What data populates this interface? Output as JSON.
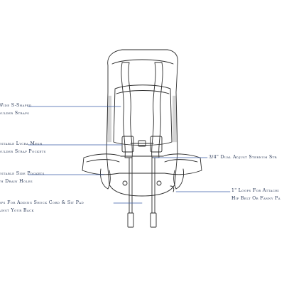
{
  "colors": {
    "outline": "#2a2a2a",
    "leader_line": "#3b5fa8",
    "label_text": "#1f2f4f",
    "background": "#ffffff"
  },
  "callouts": {
    "shoulder_straps": {
      "line1": "Wide S-Shaped",
      "line2": "oulder Straps"
    },
    "mesh_pockets": {
      "line1": "ustable Lycra Mesh",
      "line2": "oulder Strap Pockets"
    },
    "side_pockets": {
      "line1": "ustable Side Pockets",
      "line2": "th Drain Holes"
    },
    "shock_cord": {
      "line1": "ops For Adding Shock Cord & Sit Pad",
      "line2": "ainst Your Back"
    },
    "sternum_strap": {
      "line1": "3/4\" Dual Adjust Sternum Str"
    },
    "hip_loops": {
      "line1": "1\" Loops For Attachi",
      "line2": "Hip Belt Or Fanny Pa"
    }
  }
}
